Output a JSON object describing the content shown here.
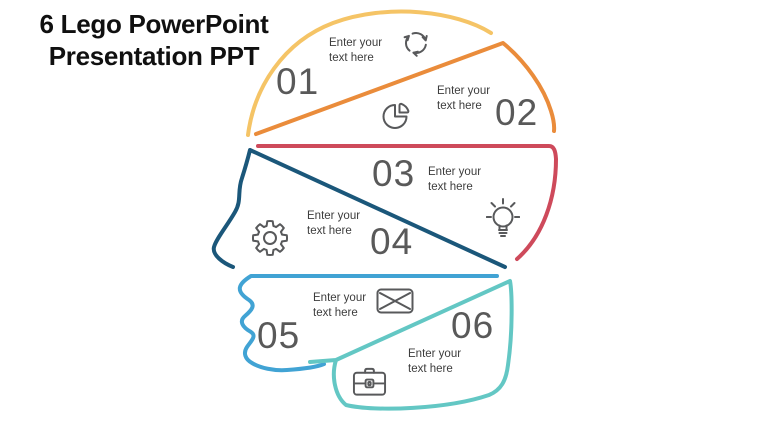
{
  "title": {
    "line1": "6 Lego PowerPoint",
    "line2": "Presentation PPT"
  },
  "sections": [
    {
      "number": "01",
      "label": "Enter your text here",
      "icon": "recycle-arrows-icon",
      "color": "#F5C466"
    },
    {
      "number": "02",
      "label": "Enter your text here",
      "icon": "pie-chart-icon",
      "color": "#EA8C3B"
    },
    {
      "number": "03",
      "label": "Enter your text here",
      "icon": "lightbulb-icon",
      "color": "#CE4A5B"
    },
    {
      "number": "04",
      "label": "Enter your text here",
      "icon": "gear-icon",
      "color": "#1B577A"
    },
    {
      "number": "05",
      "label": "Enter your text here",
      "icon": "envelope-icon",
      "color": "#41A3D4"
    },
    {
      "number": "06",
      "label": "Enter your text here",
      "icon": "briefcase-icon",
      "color": "#63C7C4"
    }
  ],
  "colors": {
    "background": "#ffffff",
    "title_text": "#101010",
    "number_text": "#595959",
    "label_text": "#3d3d3d",
    "icon_stroke": "#58595b"
  }
}
